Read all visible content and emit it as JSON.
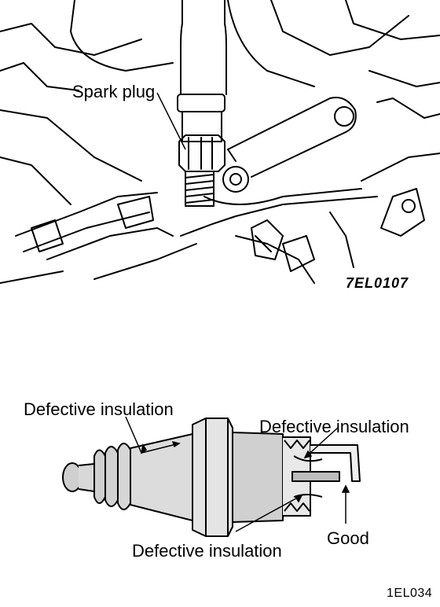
{
  "figures": [
    {
      "id": "top",
      "labels": {
        "spark_plug": "Spark plug"
      },
      "code": "7EL0107"
    },
    {
      "id": "bottom",
      "labels": {
        "defective_insulation_1": "Defective insulation",
        "defective_insulation_2": "Defective insulation",
        "defective_insulation_3": "Defective insulation",
        "good": "Good"
      },
      "code": "1EL034"
    }
  ]
}
